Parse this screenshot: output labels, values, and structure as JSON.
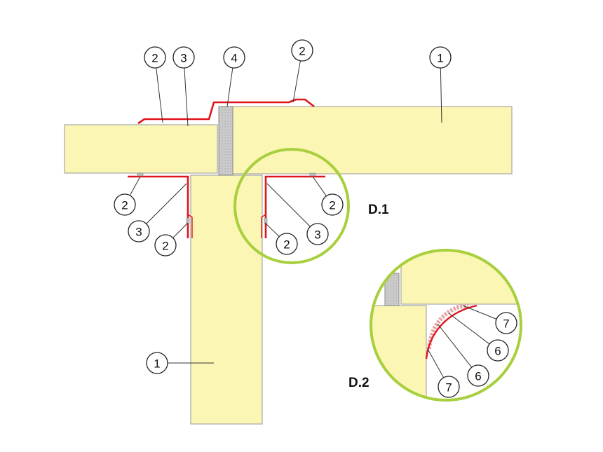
{
  "colors": {
    "panel_fill": "#fbf6b3",
    "panel_stroke": "#a8a8a8",
    "sealant_fill": "#c9c9c9",
    "flashing": "#e0141c",
    "detail_ring": "#a8cf3d",
    "leader": "#333333"
  },
  "callouts": [
    {
      "label": "2"
    },
    {
      "label": "3"
    },
    {
      "label": "4"
    },
    {
      "label": "2"
    },
    {
      "label": "1"
    },
    {
      "label": "2"
    },
    {
      "label": "3"
    },
    {
      "label": "2"
    },
    {
      "label": "2"
    },
    {
      "label": "2"
    },
    {
      "label": "3"
    },
    {
      "label": "1"
    },
    {
      "label": "7"
    },
    {
      "label": "6"
    },
    {
      "label": "6"
    },
    {
      "label": "7"
    }
  ],
  "details": {
    "d1": "D.1",
    "d2": "D.2"
  }
}
